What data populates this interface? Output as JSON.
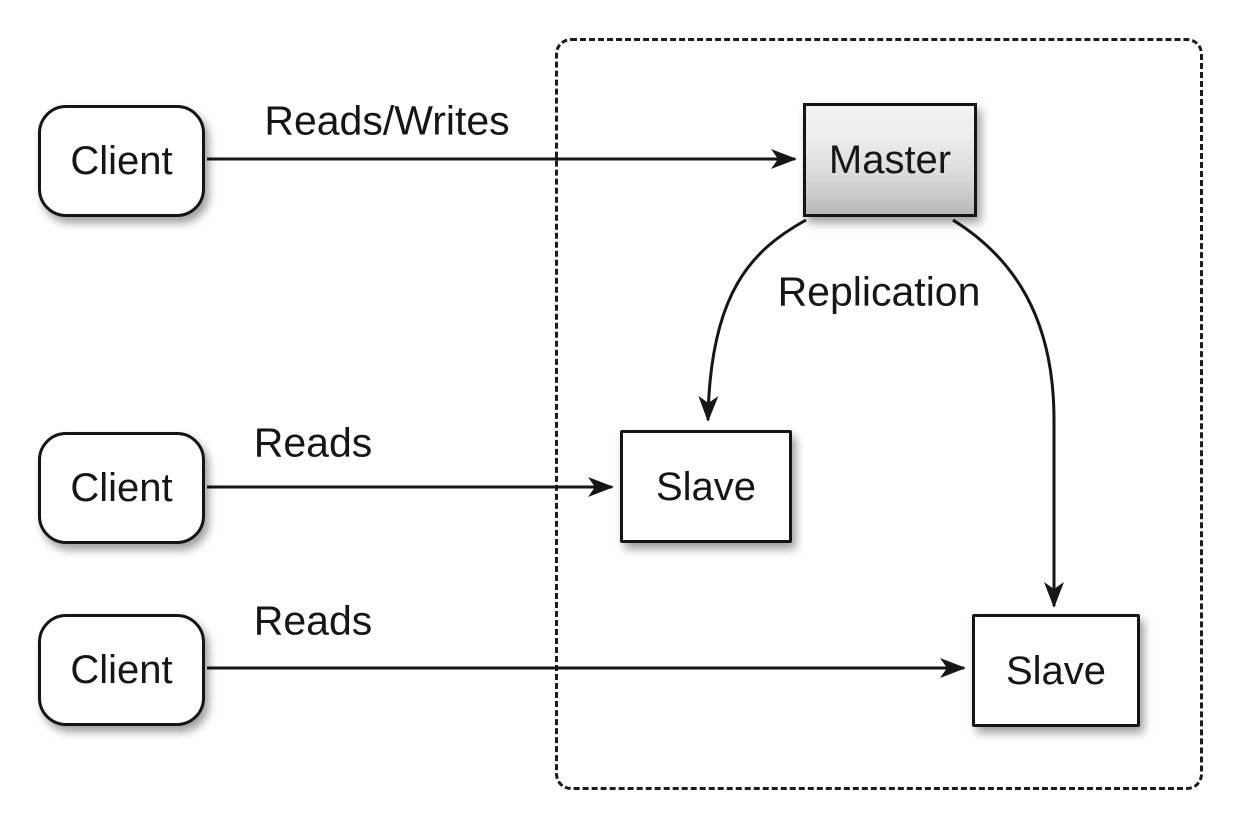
{
  "diagram": {
    "nodes": {
      "client_top": {
        "label": "Client",
        "shape": "rounded-rect",
        "fill": "#ffffff"
      },
      "client_middle": {
        "label": "Client",
        "shape": "rounded-rect",
        "fill": "#ffffff"
      },
      "client_bottom": {
        "label": "Client",
        "shape": "rounded-rect",
        "fill": "#ffffff"
      },
      "master": {
        "label": "Master",
        "shape": "rect",
        "fill_gradient_top": "#f3f3f3",
        "fill_gradient_bottom": "#b9b9b9"
      },
      "slave_middle": {
        "label": "Slave",
        "shape": "rect",
        "fill": "#ffffff"
      },
      "slave_bottom": {
        "label": "Slave",
        "shape": "rect",
        "fill": "#ffffff"
      }
    },
    "edges": [
      {
        "from": "client_top",
        "to": "master",
        "label": "Reads/Writes",
        "style": "straight-arrow"
      },
      {
        "from": "client_middle",
        "to": "slave_middle",
        "label": "Reads",
        "style": "straight-arrow"
      },
      {
        "from": "client_bottom",
        "to": "slave_bottom",
        "label": "Reads",
        "style": "straight-arrow"
      },
      {
        "from": "master",
        "to": "slave_middle",
        "label": "Replication",
        "style": "curved-arrow"
      },
      {
        "from": "master",
        "to": "slave_bottom",
        "label": "",
        "style": "curved-arrow"
      }
    ],
    "boundary": {
      "description": "dashed rounded rectangle enclosing master and slaves",
      "stroke_style": "dashed",
      "stroke_color": "#1c1c1c"
    },
    "colors": {
      "background": "#ffffff",
      "line": "#161616",
      "node_border": "#141414",
      "node_fill": "#ffffff",
      "master_gradient_top": "#f3f3f3",
      "master_gradient_bottom": "#b9b9b9",
      "text": "#161616"
    }
  }
}
